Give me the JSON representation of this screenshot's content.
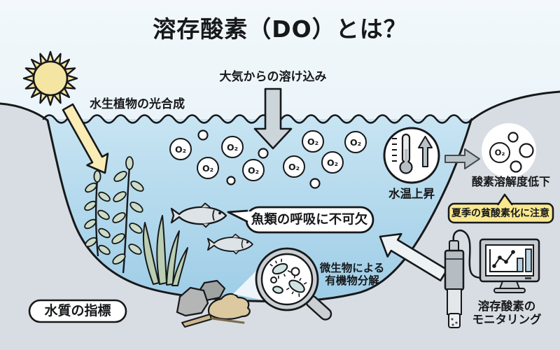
{
  "title": "溶存酸素（DO）とは？",
  "labels": {
    "photosynthesis": "水生植物の光合成",
    "atmosphere": "大気からの溶け込み",
    "fish_respiration": "魚類の呼吸に不可欠",
    "water_temp": "水温上昇",
    "solubility_drop": "酸素溶解度低下",
    "summer_warning": "夏季の貧酸素化に注意",
    "microbes_line1": "微生物による",
    "microbes_line2": "有機物分解",
    "water_quality": "水質の指標",
    "monitoring_line1": "溶存酸素の",
    "monitoring_line2": "モニタリング"
  },
  "water": {
    "o2_label": "O₂"
  },
  "icons": [
    "sun-icon",
    "photosynthesis-arrow-icon",
    "atmosphere-down-arrow-icon",
    "o2-bubble-icon",
    "fish-icon",
    "aquatic-plant-icon",
    "seaweed-icon",
    "thermometer-icon",
    "temp-rise-arrow-icon",
    "right-arrow-icon",
    "solubility-circle-icon",
    "magnifier-icon",
    "microbes-icon",
    "sediment-icon",
    "do-sensor-icon",
    "monitor-icon",
    "monitoring-arrow-icon"
  ],
  "colors": {
    "sky_top": "#f2f8fb",
    "sky_bottom": "#ddedf5",
    "water_top": "#c7e4f2",
    "water_bottom": "#9ecde7",
    "land": "#d7dde2",
    "outline": "#17181a",
    "sun_yellow": "#f5e5a2",
    "arrow_yellow": "#f9ecb4",
    "arrow_gray": "#ccd6da",
    "warning_yellow": "#f9e88f",
    "fish_gray": "#dde3e6",
    "plant_green": "#ccdcc6",
    "seaweed_green": "#b9ceb2",
    "bar_blue": "#b8d2e2"
  }
}
